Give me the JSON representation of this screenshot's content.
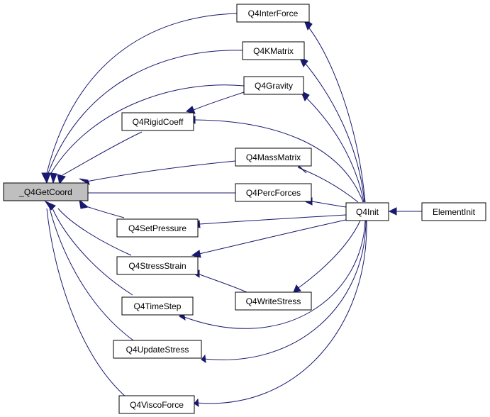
{
  "graph": {
    "edge_color": "#191970",
    "focus_fill": "#bfbfbf",
    "nodes": {
      "getcoord": "_Q4GetCoord",
      "interforce": "Q4InterForce",
      "kmatrix": "Q4KMatrix",
      "gravity": "Q4Gravity",
      "rigidcoeff": "Q4RigidCoeff",
      "massmatrix": "Q4MassMatrix",
      "percforces": "Q4PercForces",
      "setpressure": "Q4SetPressure",
      "stressstrain": "Q4StressStrain",
      "writestress": "Q4WriteStress",
      "timestep": "Q4TimeStep",
      "updatestress": "Q4UpdateStress",
      "viscoforce": "Q4ViscoForce",
      "init": "Q4Init",
      "elementinit": "ElementInit"
    }
  }
}
